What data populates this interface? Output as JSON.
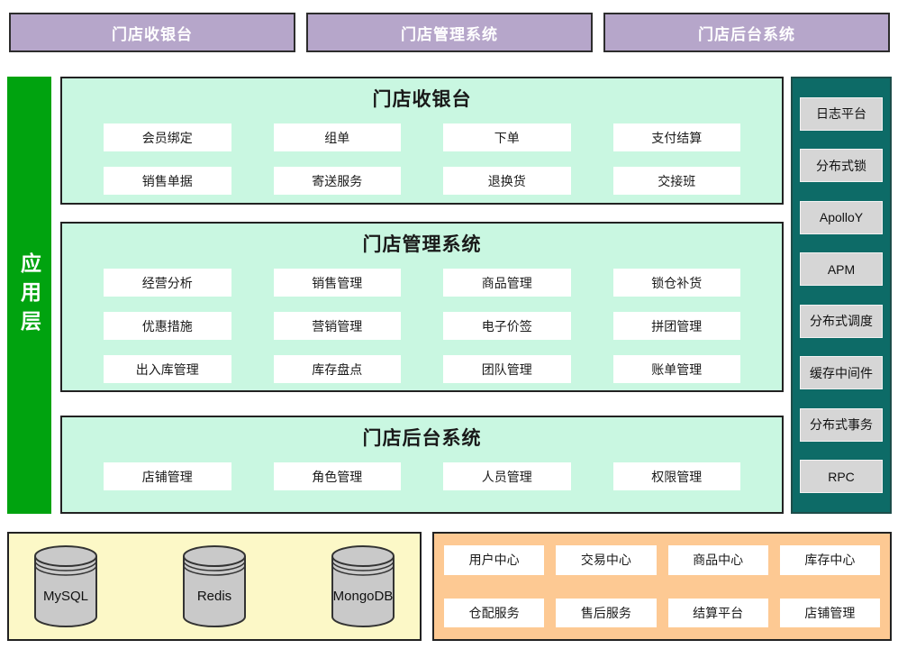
{
  "header_tabs": [
    {
      "label": "门店收银台"
    },
    {
      "label": "门店管理系统"
    },
    {
      "label": "门店后台系统"
    }
  ],
  "app_layer": {
    "label": "应用层"
  },
  "panels": [
    {
      "title": "门店收银台",
      "items": [
        "会员绑定",
        "组单",
        "下单",
        "支付结算",
        "销售单据",
        "寄送服务",
        "退换货",
        "交接班"
      ]
    },
    {
      "title": "门店管理系统",
      "items": [
        "经营分析",
        "销售管理",
        "商品管理",
        "锁仓补货",
        "优惠措施",
        "营销管理",
        "电子价签",
        "拼团管理",
        "出入库管理",
        "库存盘点",
        "团队管理",
        "账单管理"
      ]
    },
    {
      "title": "门店后台系统",
      "items": [
        "店铺管理",
        "角色管理",
        "人员管理",
        "权限管理"
      ]
    }
  ],
  "middleware": {
    "items": [
      "日志平台",
      "分布式锁",
      "ApolloY",
      "APM",
      "分布式调度",
      "缓存中间件",
      "分布式事务",
      "RPC"
    ]
  },
  "data_layer": {
    "databases": [
      "MySQL",
      "Redis",
      "MongoDB"
    ]
  },
  "service_center": {
    "items": [
      "用户中心",
      "交易中心",
      "商品中心",
      "库存中心",
      "仓配服务",
      "售后服务",
      "结算平台",
      "店铺管理"
    ]
  },
  "colors": {
    "header_purple": "#b6a6ca",
    "panel_mint": "#c9f7e1",
    "app_layer_green": "#00a30f",
    "middleware_teal": "#0d6b67",
    "middleware_item_gray": "#d6d6d6",
    "data_yellow": "#fcf8c7",
    "service_orange": "#fdc993",
    "db_cylinder_gray": "#c9c9c9",
    "border_dark": "#222222"
  }
}
